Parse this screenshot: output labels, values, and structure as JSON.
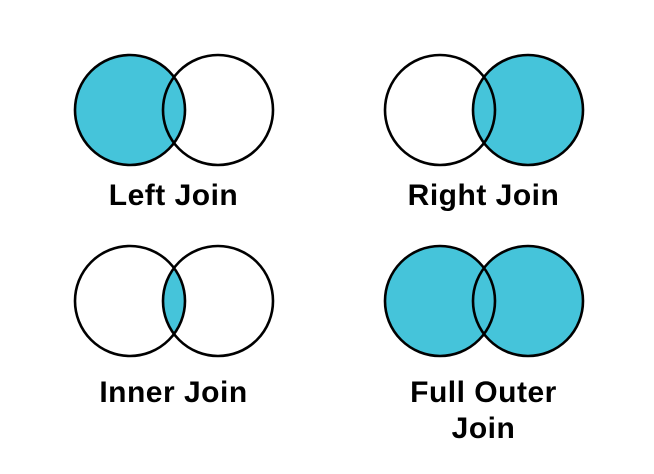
{
  "colors": {
    "region_fill": "#45c4da",
    "outline": "#000000",
    "label_text": "#000000",
    "background": "#ffffff"
  },
  "diagrams": [
    {
      "id": "left-join",
      "label": "Left Join",
      "regions": {
        "left": true,
        "intersection": true,
        "right": false
      }
    },
    {
      "id": "right-join",
      "label": "Right Join",
      "regions": {
        "left": false,
        "intersection": true,
        "right": true
      }
    },
    {
      "id": "inner-join",
      "label": "Inner Join",
      "regions": {
        "left": false,
        "intersection": true,
        "right": false
      }
    },
    {
      "id": "full-outer-join",
      "label": "Full Outer\nJoin",
      "regions": {
        "left": true,
        "intersection": true,
        "right": true
      }
    }
  ]
}
